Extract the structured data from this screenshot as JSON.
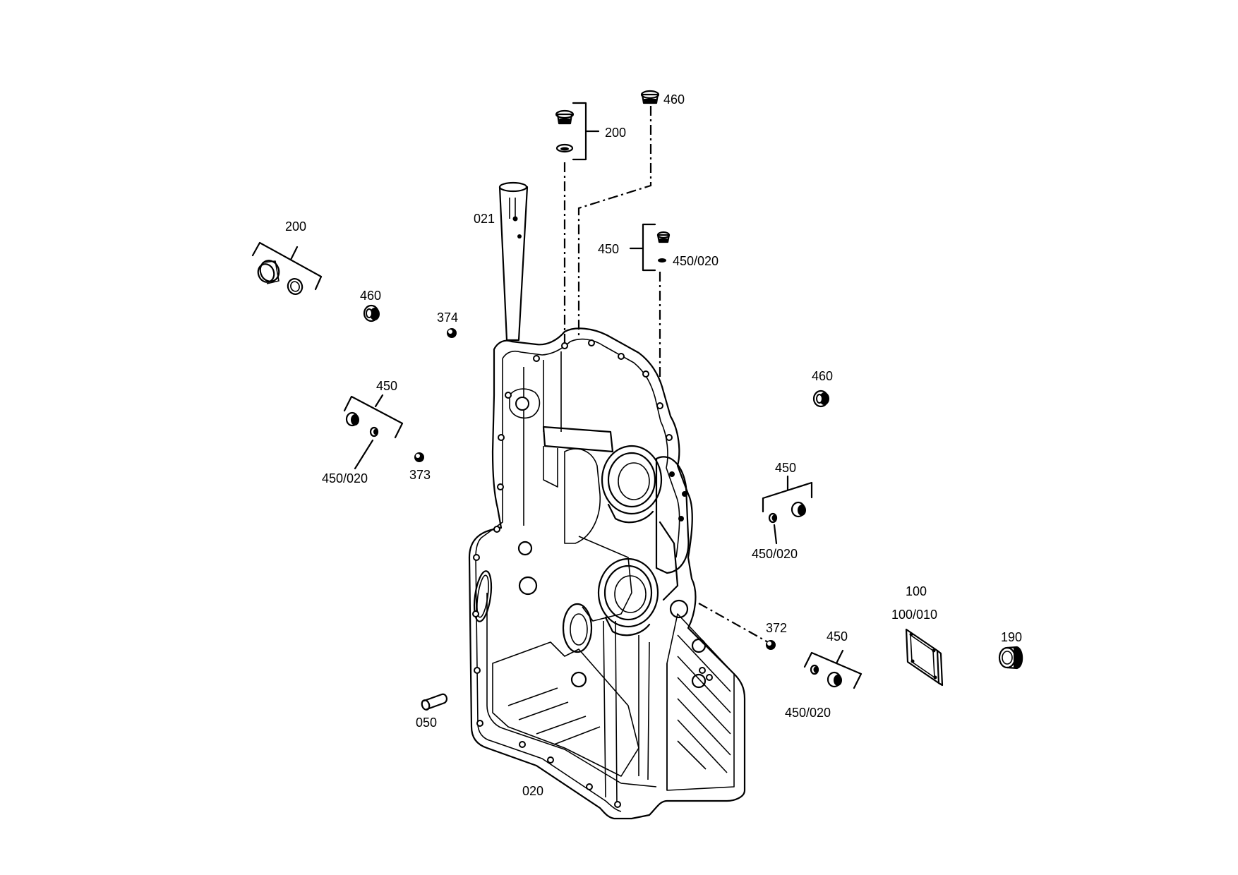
{
  "callouts": {
    "c200_top": "200",
    "c460_top": "460",
    "c021": "021",
    "c450_top": "450",
    "c450_020_top": "450/020",
    "c200_left": "200",
    "c460_left": "460",
    "c374": "374",
    "c450_left": "450",
    "c450_020_left": "450/020",
    "c373": "373",
    "c460_right": "460",
    "c450_right": "450",
    "c450_020_right": "450/020",
    "c372": "372",
    "c100": "100",
    "c100_010": "100/010",
    "c190": "190",
    "c450_bottom": "450",
    "c450_020_bottom": "450/020",
    "c050": "050",
    "c020": "020"
  }
}
